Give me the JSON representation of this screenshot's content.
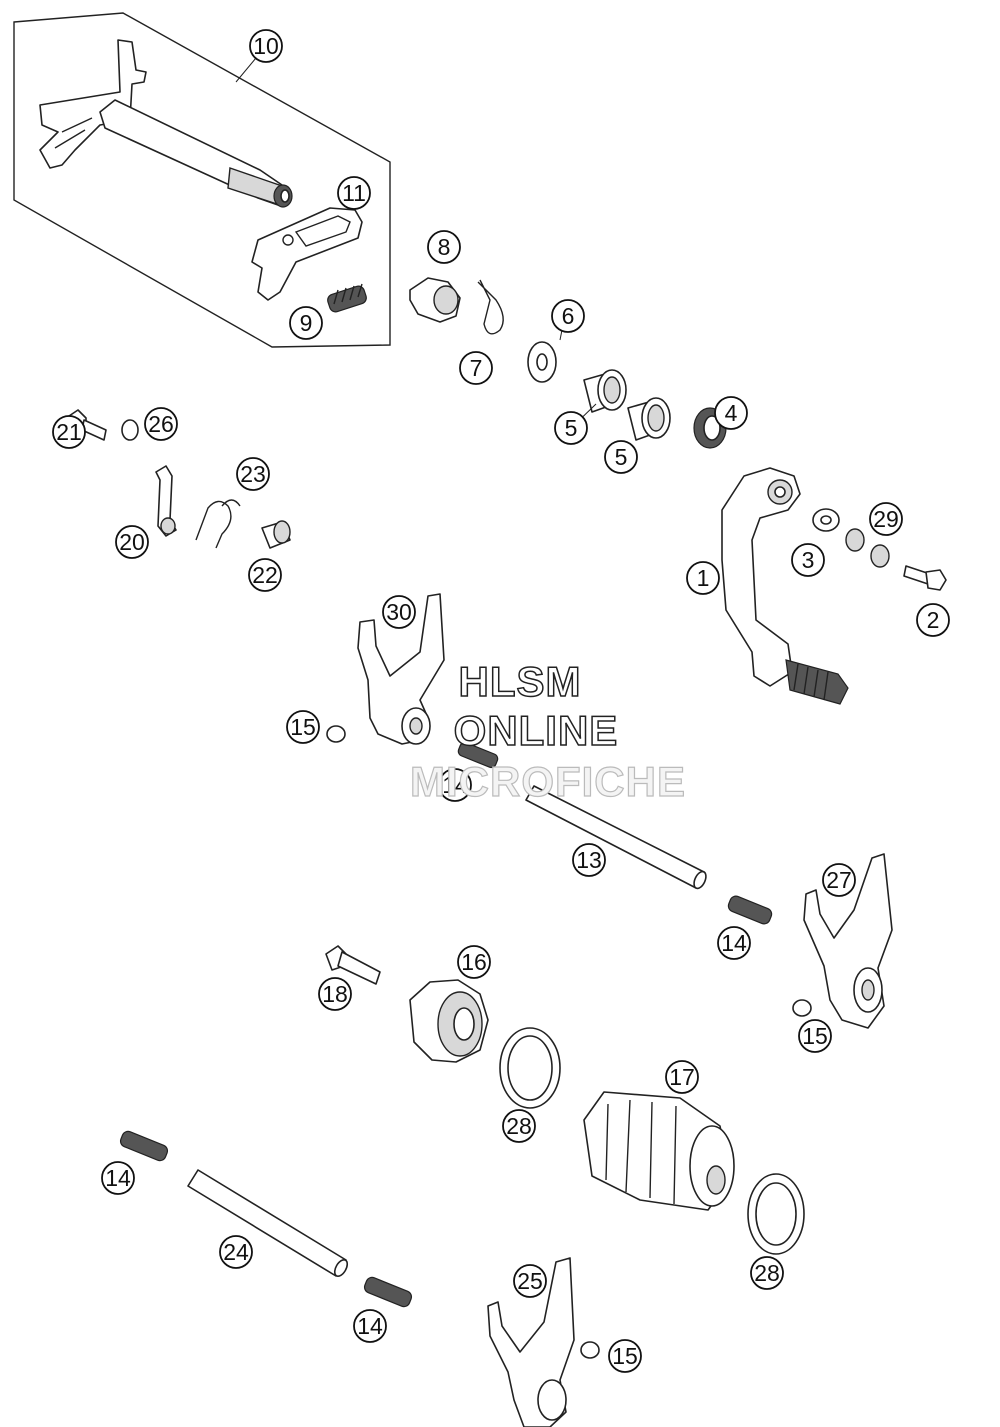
{
  "watermark": {
    "line1": "HLSM",
    "line2": "ONLINE",
    "line3": "MICROFICHE"
  },
  "callouts": [
    {
      "id": "c10",
      "label": "10"
    },
    {
      "id": "c11",
      "label": "11"
    },
    {
      "id": "c9",
      "label": "9"
    },
    {
      "id": "c8",
      "label": "8"
    },
    {
      "id": "c7",
      "label": "7"
    },
    {
      "id": "c6",
      "label": "6"
    },
    {
      "id": "c5a",
      "label": "5"
    },
    {
      "id": "c5b",
      "label": "5"
    },
    {
      "id": "c4",
      "label": "4"
    },
    {
      "id": "c26",
      "label": "26"
    },
    {
      "id": "c21",
      "label": "21"
    },
    {
      "id": "c23",
      "label": "23"
    },
    {
      "id": "c20",
      "label": "20"
    },
    {
      "id": "c22",
      "label": "22"
    },
    {
      "id": "c1",
      "label": "1"
    },
    {
      "id": "c3",
      "label": "3"
    },
    {
      "id": "c29",
      "label": "29"
    },
    {
      "id": "c2",
      "label": "2"
    },
    {
      "id": "c30",
      "label": "30"
    },
    {
      "id": "c15a",
      "label": "15"
    },
    {
      "id": "c14a",
      "label": "14"
    },
    {
      "id": "c13",
      "label": "13"
    },
    {
      "id": "c27",
      "label": "27"
    },
    {
      "id": "c14b",
      "label": "14"
    },
    {
      "id": "c16",
      "label": "16"
    },
    {
      "id": "c18",
      "label": "18"
    },
    {
      "id": "c15b",
      "label": "15"
    },
    {
      "id": "c17",
      "label": "17"
    },
    {
      "id": "c28a",
      "label": "28"
    },
    {
      "id": "c14c",
      "label": "14"
    },
    {
      "id": "c24",
      "label": "24"
    },
    {
      "id": "c28b",
      "label": "28"
    },
    {
      "id": "c25",
      "label": "25"
    },
    {
      "id": "c14d",
      "label": "14"
    },
    {
      "id": "c15c",
      "label": "15"
    }
  ]
}
